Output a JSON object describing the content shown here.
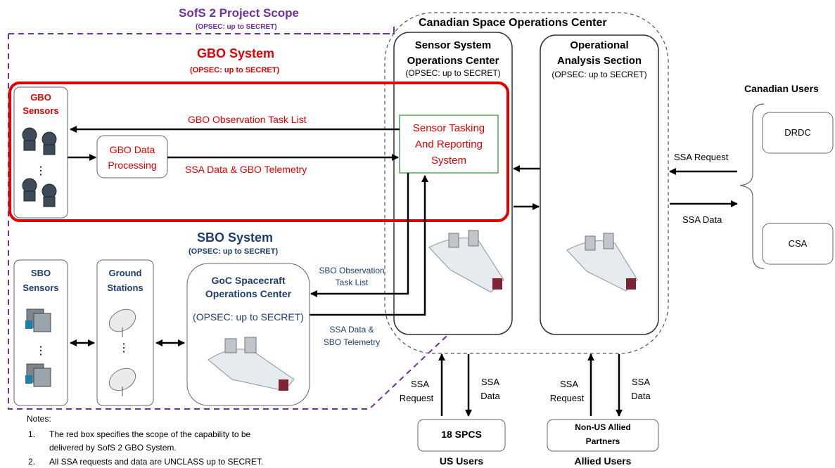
{
  "colors": {
    "scope_purple": "#7030a0",
    "gbo_red": "#e00000",
    "sbo_blue": "#1f3e6e",
    "tasking_green": "#2e8b2e",
    "line": "#000000"
  },
  "scope": {
    "title": "SofS 2 Project Scope",
    "opsec": "(OPSEC: up to SECRET)"
  },
  "csoc": {
    "title": "Canadian Space Operations Center"
  },
  "sensor_ops": {
    "title_line1": "Sensor System",
    "title_line2": "Operations Center",
    "opsec": "(OPSEC: up to SECRET)"
  },
  "operational_analysis": {
    "title_line1": "Operational",
    "title_line2": "Analysis Section",
    "opsec": "(OPSEC: up to SECRET)"
  },
  "gbo": {
    "title": "GBO System",
    "opsec": "(OPSEC: up to SECRET)",
    "sensors_line1": "GBO",
    "sensors_line2": "Sensors",
    "data_processing_line1": "GBO Data",
    "data_processing_line2": "Processing",
    "task_list_label": "GBO Observation Task List",
    "telemetry_label": "SSA Data & GBO Telemetry",
    "ellipsis": "⋮"
  },
  "tasking_system": {
    "line1": "Sensor Tasking",
    "line2": "And Reporting",
    "line3": "System"
  },
  "sbo": {
    "title": "SBO System",
    "opsec": "(OPSEC: up to SECRET)",
    "sensors_line1": "SBO",
    "sensors_line2": "Sensors",
    "ground_line1": "Ground",
    "ground_line2": "Stations",
    "goc_line1": "GoC Spacecraft",
    "goc_line2": "Operations Center",
    "goc_opsec": "(OPSEC: up to SECRET)",
    "task_list_line1": "SBO Observation",
    "task_list_line2": "Task List",
    "telemetry_line1": "SSA Data &",
    "telemetry_line2": "SBO Telemetry",
    "ellipsis": "⋮"
  },
  "canadian_users": {
    "title": "Canadian Users",
    "drdc": "DRDC",
    "csa": "CSA",
    "request_label": "SSA Request",
    "data_label": "SSA Data"
  },
  "us_users": {
    "box": "18 SPCS",
    "title": "US Users",
    "request_line1": "SSA",
    "request_line2": "Request",
    "data_line1": "SSA",
    "data_line2": "Data"
  },
  "allied_users": {
    "box_line1": "Non-US Allied",
    "box_line2": "Partners",
    "title": "Allied Users",
    "request_line1": "SSA",
    "request_line2": "Request",
    "data_line1": "SSA",
    "data_line2": "Data"
  },
  "notes": {
    "heading": "Notes:",
    "items": [
      {
        "num": "1.",
        "line1": "The red box specifies the scope of the capability to be",
        "line2": "delivered by SofS 2 GBO System."
      },
      {
        "num": "2.",
        "line1": "All SSA requests and data are UNCLASS up to SECRET.",
        "line2": ""
      }
    ]
  }
}
